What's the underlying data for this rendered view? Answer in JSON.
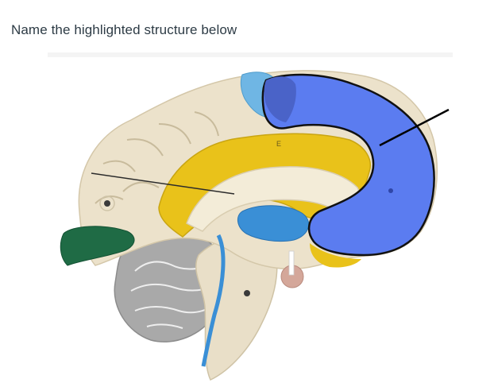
{
  "question": {
    "prompt": "Name the highlighted structure below"
  },
  "figure": {
    "kind": "anatomical brain model (midsagittal section)",
    "highlight_color": "#5b7cf0",
    "label_letter": "E"
  }
}
